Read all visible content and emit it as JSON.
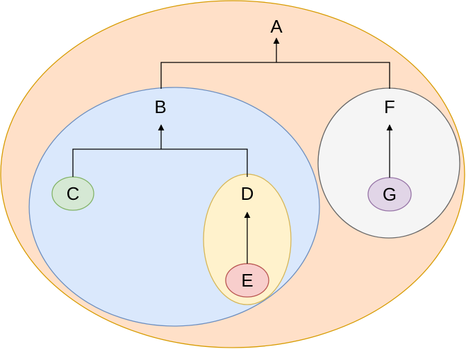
{
  "diagram": {
    "nodes": [
      {
        "id": "A",
        "label": "A",
        "fill": "#ffe0c8",
        "stroke": "#d79b00"
      },
      {
        "id": "B",
        "label": "B",
        "fill": "#dae8fc",
        "stroke": "#6c8ebf"
      },
      {
        "id": "C",
        "label": "C",
        "fill": "#d5e8d4",
        "stroke": "#82b366"
      },
      {
        "id": "D",
        "label": "D",
        "fill": "#fff2cc",
        "stroke": "#d6b656"
      },
      {
        "id": "E",
        "label": "E",
        "fill": "#f8cecc",
        "stroke": "#b85450"
      },
      {
        "id": "F",
        "label": "F",
        "fill": "#f5f5f5",
        "stroke": "#666666"
      },
      {
        "id": "G",
        "label": "G",
        "fill": "#e1d5e7",
        "stroke": "#9673a6"
      }
    ],
    "edges": [
      {
        "from": "B",
        "to": "A"
      },
      {
        "from": "F",
        "to": "A"
      },
      {
        "from": "C",
        "to": "B"
      },
      {
        "from": "D",
        "to": "B"
      },
      {
        "from": "E",
        "to": "D"
      },
      {
        "from": "G",
        "to": "F"
      }
    ]
  }
}
